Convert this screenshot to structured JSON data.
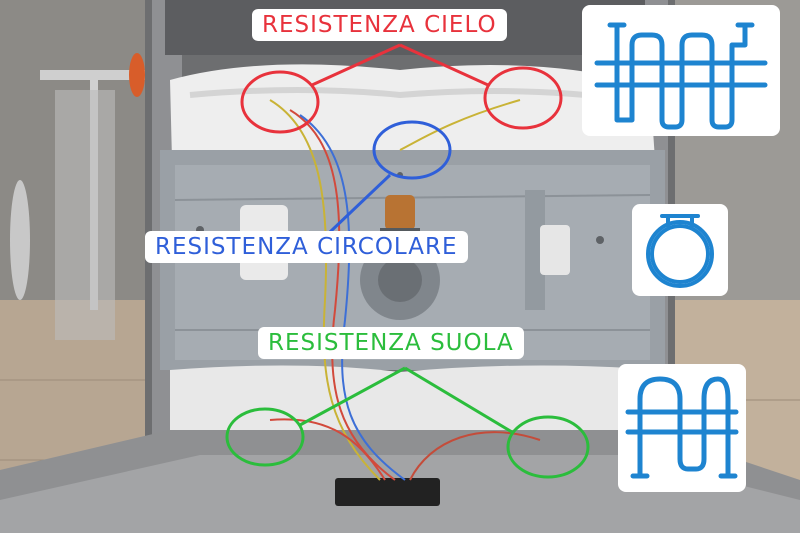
{
  "labels": {
    "top": "RESISTENZA CIELO",
    "circular": "RESISTENZA CIRCOLARE",
    "bottom": "RESISTENZA SUOLA"
  },
  "colors": {
    "top": "#e8323c",
    "circular": "#2f5fd9",
    "bottom": "#2bbd3c",
    "icon": "#1e84d0"
  },
  "icons": [
    "top-heating-element-icon",
    "circular-heating-element-icon",
    "bottom-heating-element-icon"
  ]
}
